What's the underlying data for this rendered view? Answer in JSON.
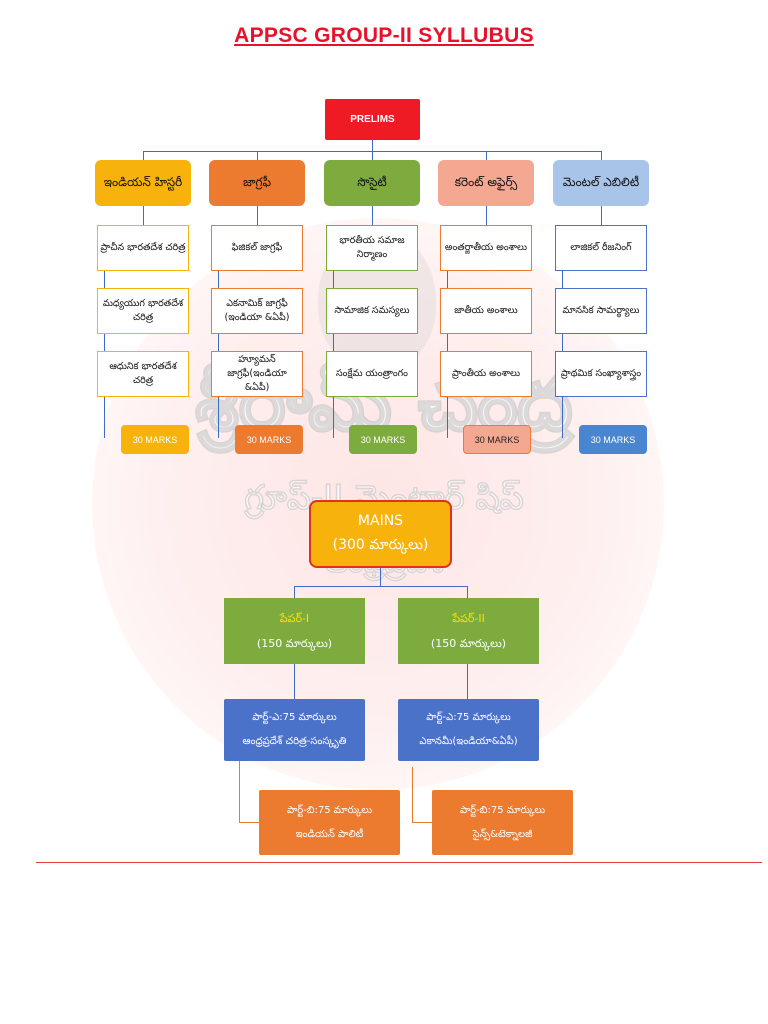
{
  "title": "APPSC GROUP-II SYLLUBUS",
  "watermark": {
    "main": "శ్రీరామ్ చంద్ర",
    "sub": "గ్రూప్-II మెంటార్ షిప్",
    "sub2": "ఆంధ్రప్రదేశ్"
  },
  "prelims": {
    "label": "PRELIMS",
    "categories": [
      {
        "label": "ఇండియన్ హిస్టరీ",
        "color": "#f7b20c",
        "topics": [
          "ప్రాచీన భారతదేశ చరిత్ర",
          "మధ్యయుగ భారతదేశ చరిత్ర",
          "ఆధునిక భారతదేశ చరిత్ర"
        ],
        "marks": "30 MARKS"
      },
      {
        "label": "జాగ్రఫీ",
        "color": "#ec7a2f",
        "topics": [
          "ఫిజికల్ జాగ్రఫీ",
          "ఎకనామిక్ జాగ్రఫీ (ఇండియా &ఏపీ)",
          "హ్యూమన్ జాగ్రఫీ(ఇండియా &ఏపీ)"
        ],
        "marks": "30 MARKS"
      },
      {
        "label": "సొసైటీ",
        "color": "#7dab3e",
        "topics": [
          "భారతీయ సమాజ నిర్మాణం",
          "సామాజిక సమస్యలు",
          "సంక్షేమ యంత్రాంగం"
        ],
        "marks": "30 MARKS"
      },
      {
        "label": "కరెంట్ అఫైర్స్",
        "color": "#f4a892",
        "topics": [
          "అంతర్జాతీయ అంశాలు",
          "జాతీయ అంశాలు",
          "ప్రాంతీయ అంశాలు"
        ],
        "marks": "30 MARKS"
      },
      {
        "label": "మెంటల్ ఎబిలిటీ",
        "color": "#a8c4e8",
        "topics": [
          "లాజికల్ రీజనింగ్",
          "మానసిక సామర్థ్యాలు",
          "ప్రాథమిక సంఖ్యాశాస్త్రం"
        ],
        "marks": "30 MARKS"
      }
    ]
  },
  "mains": {
    "label": "MAINS",
    "marks": "(300 మార్కులు)",
    "papers": [
      {
        "label": "పేపర్-I",
        "marks": "(150 మార్కులు)",
        "part_a": {
          "heading": "పార్ట్-ఎ:75 మార్కులు",
          "subject": "ఆంధ్రప్రదేశ్ చరిత్ర-సంస్కృతి"
        },
        "part_b": {
          "heading": "పార్ట్-బి:75 మార్కులు",
          "subject": "ఇండియన్ పాలిటీ"
        }
      },
      {
        "label": "పేపర్-II",
        "marks": "(150 మార్కులు)",
        "part_a": {
          "heading": "పార్ట్-ఎ:75 మార్కులు",
          "subject": "ఎకానమీ(ఇండియా&ఏపీ)"
        },
        "part_b": {
          "heading": "పార్ట్-బి:75 మార్కులు",
          "subject": "సైన్స్&టెక్నాలజీ"
        }
      }
    ]
  }
}
